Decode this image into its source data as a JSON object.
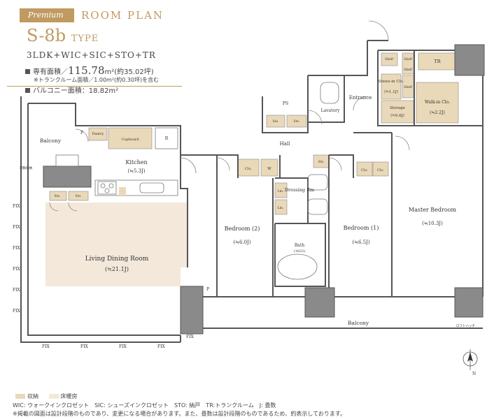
{
  "header": {
    "badge": "Premium",
    "title": "ROOM PLAN",
    "type_code": "S-8b",
    "type_suffix": "TYPE",
    "layout": "3LDK+WIC+SIC+STO+TR",
    "area_label": "専有面積／",
    "area_value": "115.78",
    "area_unit": "m²(約35.02坪)",
    "trunk_note": "※トランクルーム面積／1.00m²(約0.30坪)を含む",
    "balcony_label": "バルコニー面積：18.82m²"
  },
  "rooms": {
    "ldk": "Living Dining Room",
    "ldk_size": "(≒21.1J)",
    "kitchen": "Kitchen",
    "kitchen_size": "(≒5.3J)",
    "bed2": "Bedroom (2)",
    "bed2_size": "(≒6.0J)",
    "bed1": "Bedroom (1)",
    "bed1_size": "(≒6.5J)",
    "master": "Master Bedroom",
    "master_size": "(≒10.3J)",
    "walkin": "Walk-in Clo.",
    "walkin_size": "(≒2.2J)",
    "shoes": "Shoes-in Clo.",
    "shoes_size": "(≒1.1J)",
    "storage": "Storage",
    "storage_size": "(≒0.6J)",
    "entrance": "Entrance",
    "lavatory": "Lavatory",
    "hall": "Hall",
    "dressing": "Dressing Rm",
    "bath": "Bath",
    "bath_size": "(1622)",
    "balcony_left": "Balcony",
    "balcony_bottom": "Balcony",
    "tr": "TR",
    "ps": "PS",
    "pantry": "Pantry",
    "cupboard": "Cupboard",
    "shelf": "Shelf",
    "sto": "Sto.",
    "clo": "Clo.",
    "lin": "Lin.",
    "w": "W",
    "r": "R",
    "p": "P",
    "fix": "FIX",
    "tag_left": "可動収納",
    "tag_right": "ロフトハッチ",
    "north": "N"
  },
  "legend": {
    "storage": "収納",
    "floor": "床暖房"
  },
  "footer": {
    "line1": "WIC: ウォークインクロゼット　SIC: シューズインクロゼット　STO: 納戸　TR:トランクルーム　J: 畳数",
    "line2": "※掲載の図面は設計段階のものであり、変更になる場合があります。また、畳数は設計段階のものであるため、約表示しております。"
  },
  "colors": {
    "accent": "#c09a60",
    "storage": "#ead9b8",
    "floor_heating": "#f3e8da",
    "wall": "#555555",
    "pillar": "#8a8a8a"
  }
}
